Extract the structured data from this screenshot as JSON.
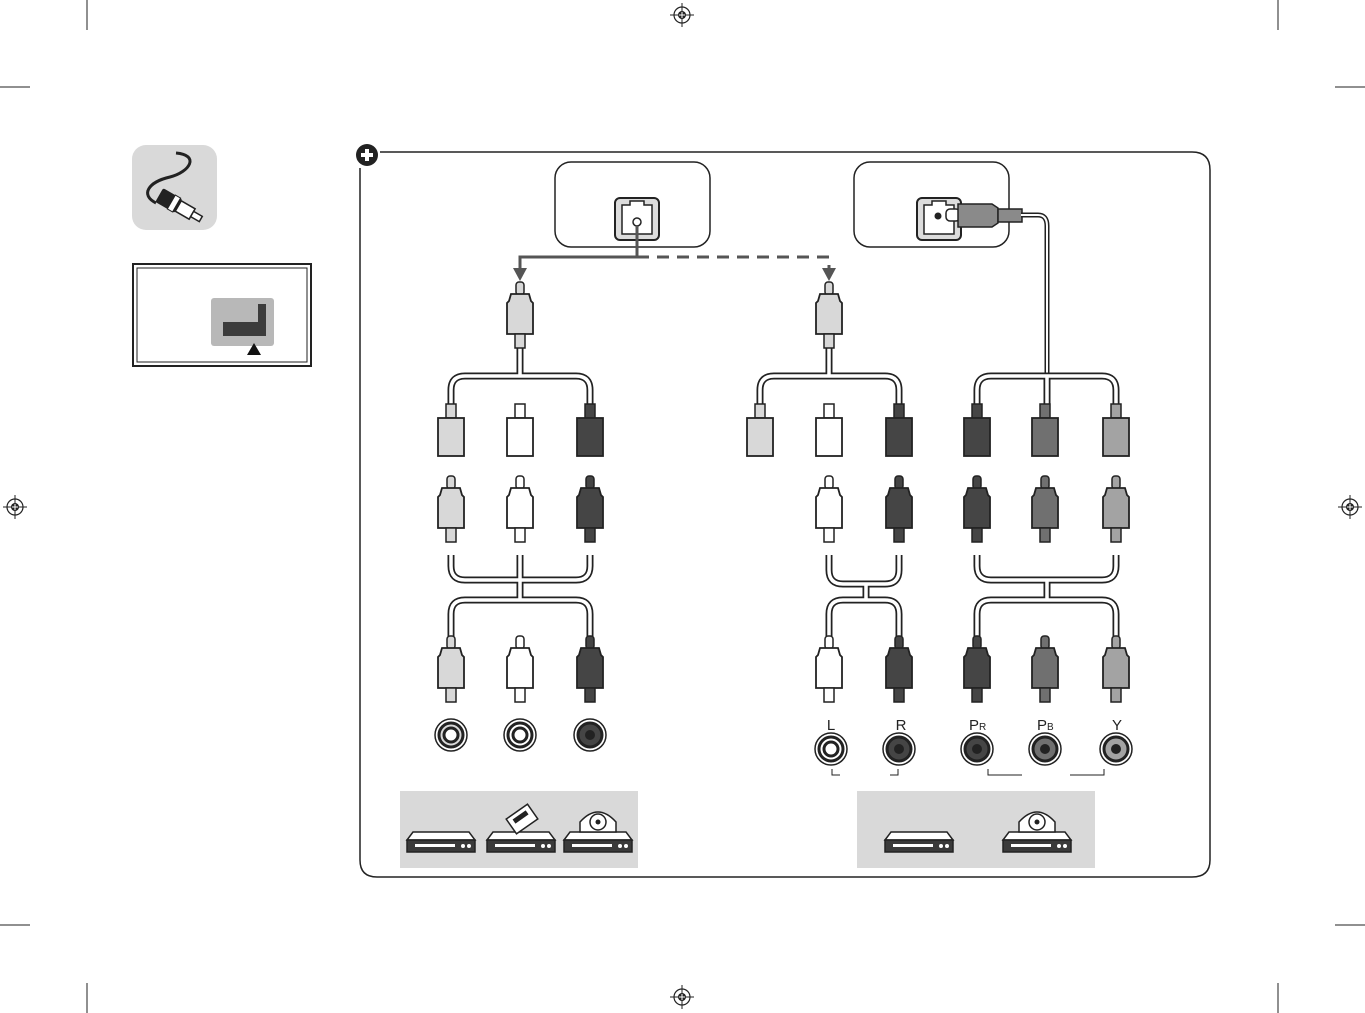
{
  "colors": {
    "light_gray": "#d8d8d8",
    "white": "#ffffff",
    "dark_gray": "#454545",
    "mid_gray": "#707070",
    "silver": "#a3a3a3",
    "panel_fill": "#d9d9d9",
    "outline": "#222222"
  },
  "icons": {
    "cable": "cable-icon",
    "tv_port_indicator": "tv-port-indicator-icon",
    "plus": "plus-circle-icon",
    "registration_mark": "registration-mark-icon"
  },
  "labels": {
    "audio_left": "L",
    "audio_right": "R",
    "pr_main": "P",
    "pr_sub": "R",
    "pb_main": "P",
    "pb_sub": "B",
    "y": "Y"
  },
  "composite_branch": {
    "plug_colors": [
      "light_gray",
      "white",
      "dark_gray"
    ]
  },
  "audio_branch": {
    "plug_colors": [
      "light_gray",
      "white",
      "dark_gray"
    ]
  },
  "component_branch": {
    "plug_colors": [
      "dark_gray",
      "mid_gray",
      "silver"
    ]
  },
  "devices_left": [
    "dvd-recorder-icon",
    "vcr-icon",
    "dvd-player-icon"
  ],
  "devices_right": [
    "dvd-recorder-icon",
    "dvd-player-icon"
  ]
}
